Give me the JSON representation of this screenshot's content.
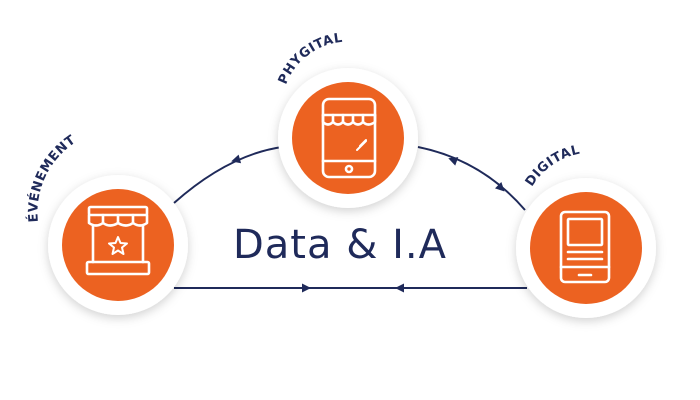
{
  "center_title": "Data & I.A",
  "nodes": {
    "evenement": {
      "label": "ÉVÉNEMENT",
      "icon": "market-stall-icon"
    },
    "phygital": {
      "label": "PHYGITAL",
      "icon": "smartphone-shop-icon"
    },
    "digital": {
      "label": "DIGITAL",
      "icon": "tablet-icon"
    }
  },
  "colors": {
    "accent": "#ec6221",
    "navy": "#1f2a5a",
    "circle_outer": "#ffffff"
  }
}
